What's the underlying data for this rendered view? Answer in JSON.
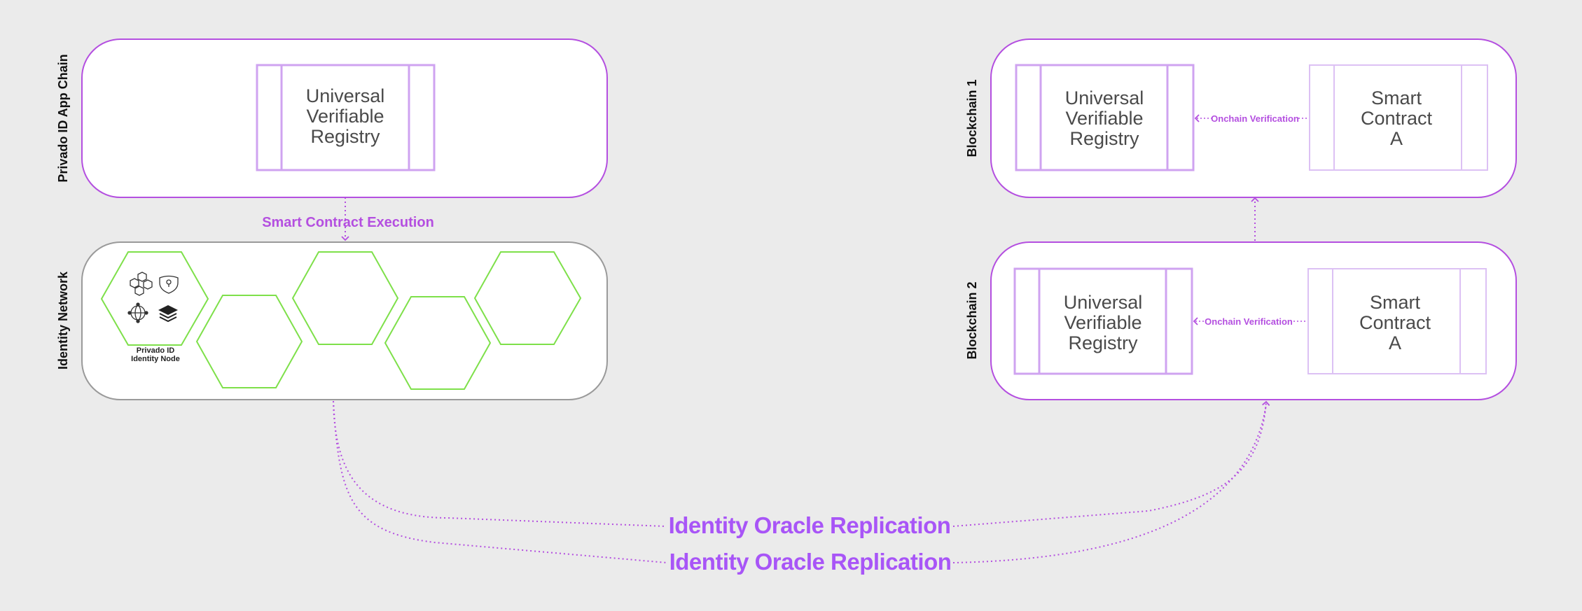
{
  "left": {
    "app_chain_label": "Privado ID App Chain",
    "app_chain_registry": [
      "Universal",
      "Verifiable",
      "Registry"
    ],
    "execution_label": "Smart Contract Execution",
    "identity_network_label": "Identity Network",
    "identity_node_label": [
      "Privado ID",
      "Identity Node"
    ]
  },
  "right": {
    "blockchain1_label": "Blockchain 1",
    "blockchain2_label": "Blockchain 2",
    "registry": [
      "Universal",
      "Verifiable",
      "Registry"
    ],
    "smart_contract": [
      "Smart",
      "Contract",
      "A"
    ],
    "onchain_label": "Onchain Verification"
  },
  "replication": {
    "label_1": "Identity Oracle Replication",
    "label_2": "Identity Oracle Replication"
  },
  "colors": {
    "purple": "#b44fe0",
    "light_purple": "#cfa3f0",
    "green": "#7ee04a",
    "grey_border": "#9a9a9a"
  }
}
